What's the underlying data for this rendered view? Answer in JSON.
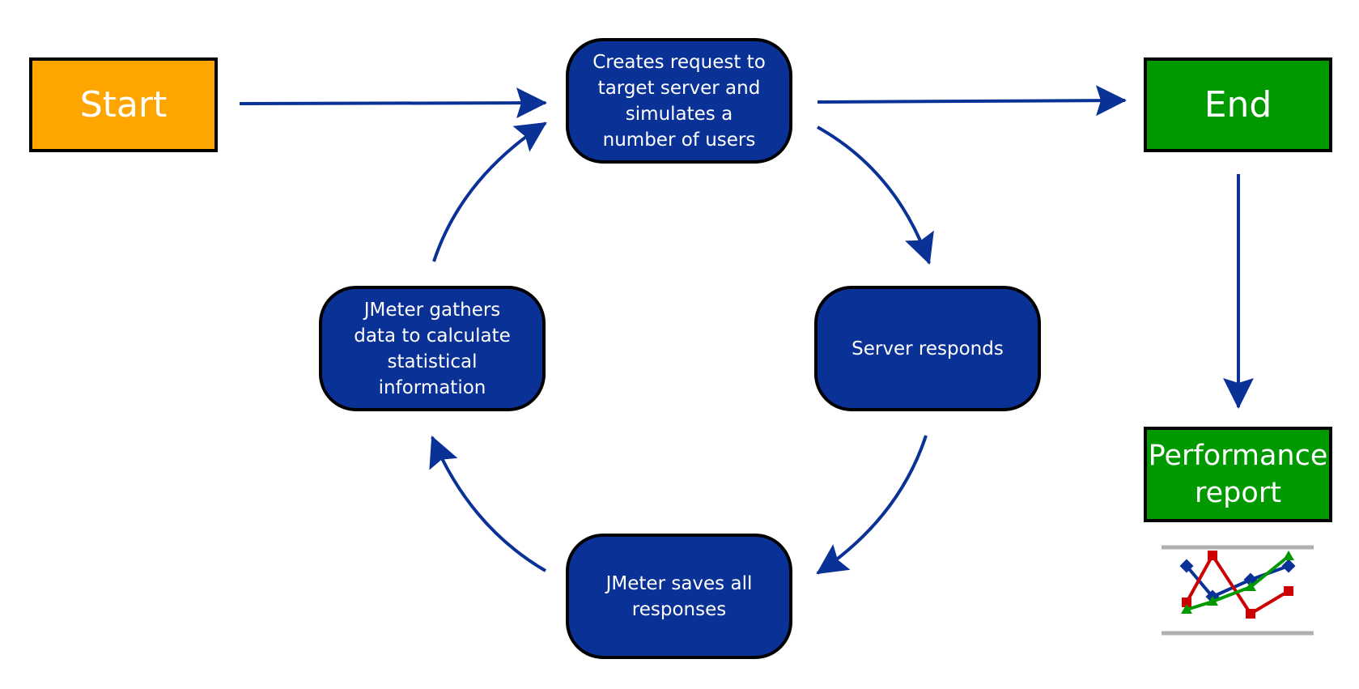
{
  "colors": {
    "start_fill": "#ffa500",
    "end_fill": "#009a00",
    "step_fill": "#0a3196",
    "arrow": "#0a3196",
    "border": "#000000",
    "report_series_1": "#0a3196",
    "report_series_2": "#cc0000",
    "report_series_3": "#009a00",
    "report_rule": "#b0b0b0"
  },
  "nodes": {
    "start": {
      "label": "Start"
    },
    "end": {
      "label": "End"
    },
    "report": {
      "label": "Performance\nreport"
    },
    "step_request": {
      "label": "Creates request to\ntarget server and\nsimulates a\nnumber of users"
    },
    "step_respond": {
      "label": "Server responds"
    },
    "step_save": {
      "label": "JMeter saves all\nresponses"
    },
    "step_gather": {
      "label": "JMeter gathers\ndata to calculate\nstatistical\ninformation"
    }
  },
  "icons": {
    "report_chart": "line-chart-icon"
  }
}
